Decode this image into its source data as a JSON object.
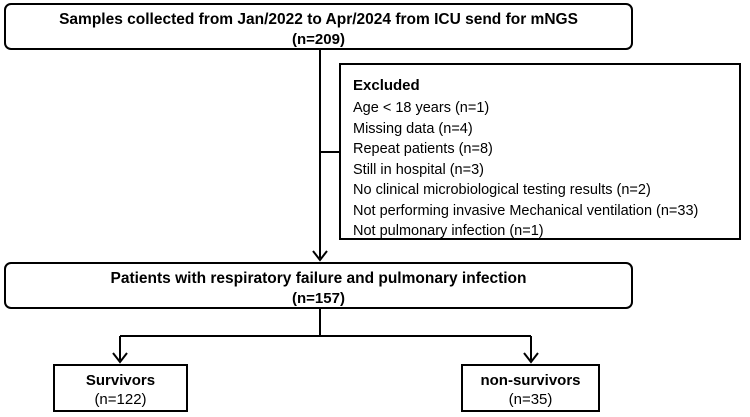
{
  "top_box": {
    "line1": "Samples collected from Jan/2022 to Apr/2024 from ICU send for mNGS",
    "line2": "(n=209)"
  },
  "excluded": {
    "title": "Excluded",
    "items": [
      "Age < 18 years (n=1)",
      "Missing data (n=4)",
      "Repeat patients (n=8)",
      "Still in hospital (n=3)",
      "No clinical microbiological testing results (n=2)",
      "Not performing invasive Mechanical ventilation (n=33)",
      "Not pulmonary infection (n=1)"
    ]
  },
  "middle_box": {
    "line1": "Patients with respiratory failure and pulmonary infection",
    "line2": "(n=157)"
  },
  "survivors": {
    "label": "Survivors",
    "count": "(n=122)"
  },
  "non_survivors": {
    "label": "non-survivors",
    "count": "(n=35)"
  }
}
